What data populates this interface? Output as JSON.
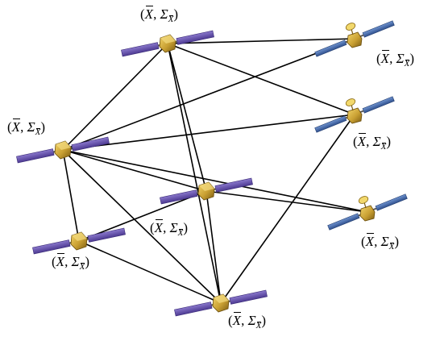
{
  "diagram": {
    "nodes": [
      {
        "id": "n1",
        "style": "purple",
        "label": {
          "open": "(",
          "var": "X",
          "sep": ", ",
          "sigma": "Σ",
          "sub": "X",
          "close": ")"
        }
      },
      {
        "id": "n2",
        "style": "blue",
        "label": {
          "open": "(",
          "var": "X",
          "sep": ", ",
          "sigma": "Σ",
          "sub": "X",
          "close": ")"
        }
      },
      {
        "id": "n3",
        "style": "blue",
        "label": {
          "open": "(",
          "var": "X",
          "sep": ", ",
          "sigma": "Σ",
          "sub": "X",
          "close": ")"
        }
      },
      {
        "id": "n4",
        "style": "purple",
        "label": {
          "open": "(",
          "var": "X",
          "sep": ", ",
          "sigma": "Σ",
          "sub": "X",
          "close": ")"
        }
      },
      {
        "id": "n5",
        "style": "purple",
        "label": {
          "open": "(",
          "var": "X",
          "sep": ", ",
          "sigma": "Σ",
          "sub": "X",
          "close": ")"
        }
      },
      {
        "id": "n6",
        "style": "blue",
        "label": {
          "open": "(",
          "var": "X",
          "sep": ", ",
          "sigma": "Σ",
          "sub": "X",
          "close": ")"
        }
      },
      {
        "id": "n7",
        "style": "purple",
        "label": {
          "open": "(",
          "var": "X",
          "sep": ", ",
          "sigma": "Σ",
          "sub": "X",
          "close": ")"
        }
      },
      {
        "id": "n8",
        "style": "purple",
        "label": {
          "open": "(",
          "var": "X",
          "sep": ", ",
          "sigma": "Σ",
          "sub": "X",
          "close": ")"
        }
      }
    ],
    "edges": [
      [
        "n1",
        "n2"
      ],
      [
        "n1",
        "n3"
      ],
      [
        "n1",
        "n4"
      ],
      [
        "n1",
        "n5"
      ],
      [
        "n1",
        "n8"
      ],
      [
        "n2",
        "n4"
      ],
      [
        "n3",
        "n4"
      ],
      [
        "n3",
        "n8"
      ],
      [
        "n4",
        "n5"
      ],
      [
        "n4",
        "n6"
      ],
      [
        "n4",
        "n7"
      ],
      [
        "n4",
        "n8"
      ],
      [
        "n5",
        "n6"
      ],
      [
        "n5",
        "n7"
      ],
      [
        "n5",
        "n8"
      ],
      [
        "n7",
        "n8"
      ]
    ]
  },
  "colors": {
    "line": "#000000",
    "purple_panel": "#6d57b0",
    "blue_panel": "#4a6fb0",
    "body_gold": "#c9a033",
    "body_dark": "#8a6a14"
  }
}
